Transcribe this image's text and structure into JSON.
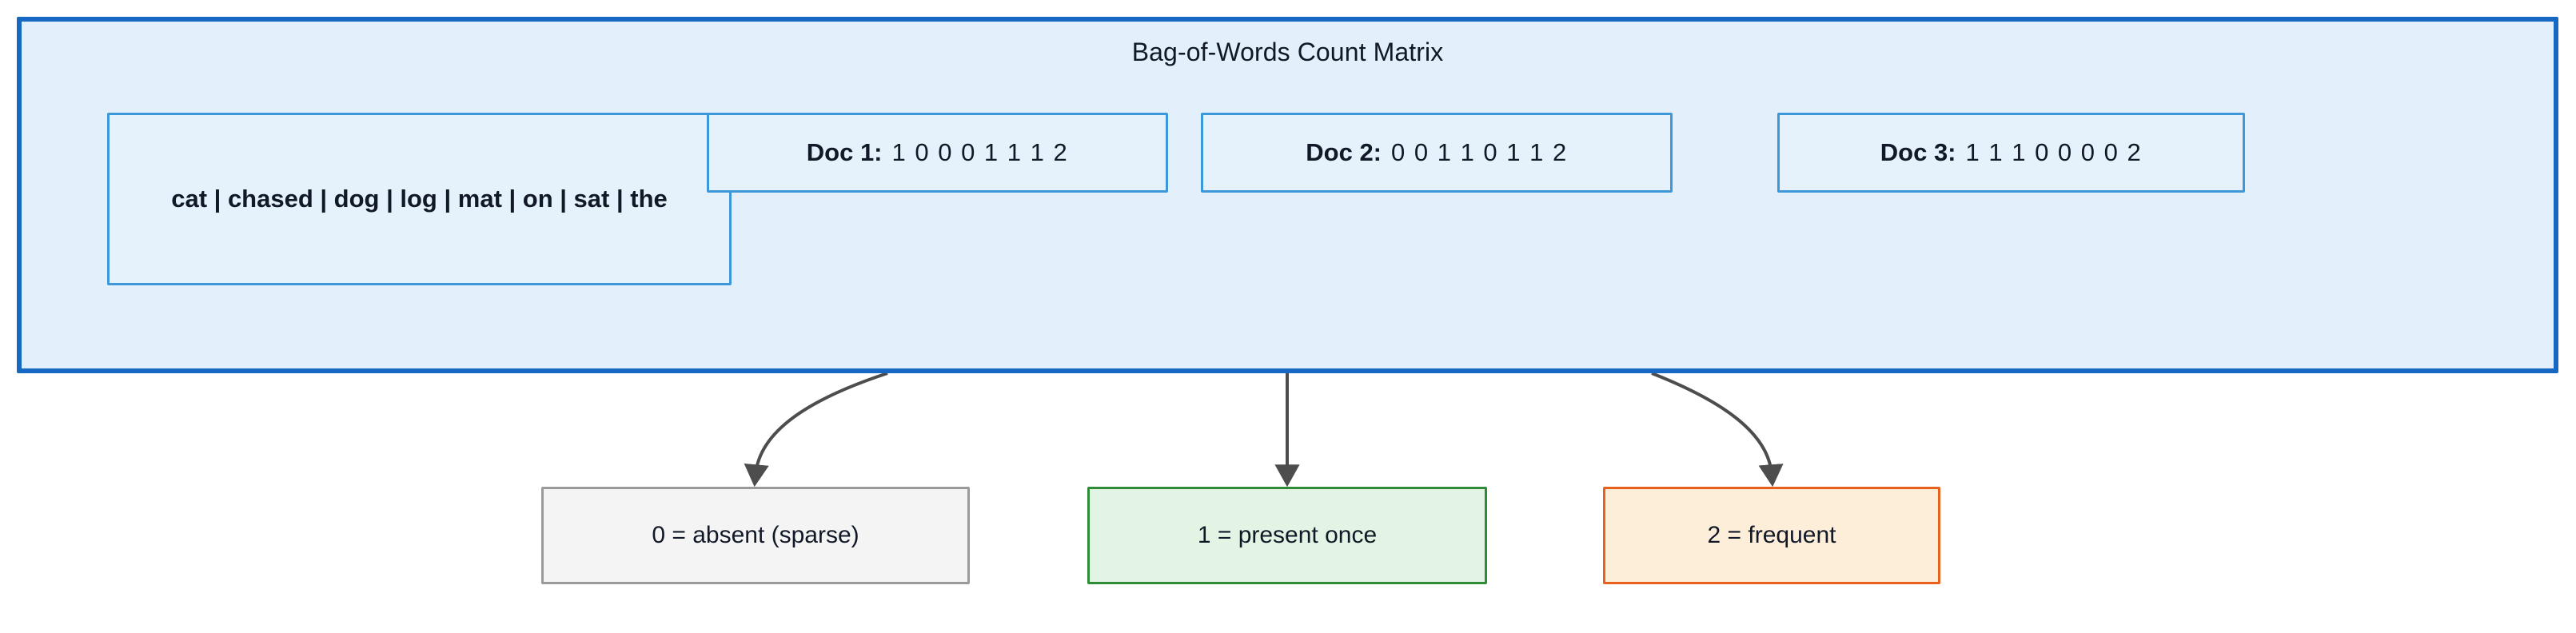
{
  "diagram": {
    "title": "Bag-of-Words Count Matrix",
    "vocabulary": {
      "label": "cat | chased | dog | log | mat | on | sat | the",
      "terms": [
        "cat",
        "chased",
        "dog",
        "log",
        "mat",
        "on",
        "sat",
        "the"
      ]
    },
    "documents": [
      {
        "label": "Doc 1:",
        "values": "1 0 0 0 1 1 1 2"
      },
      {
        "label": "Doc 2:",
        "values": "0 0 1 1 0 1 1 2"
      },
      {
        "label": "Doc 3:",
        "values": "1 1 1 0 0 0 0 2"
      }
    ],
    "legend": [
      {
        "label": "0 = absent (sparse)",
        "color": "#9a9a9a",
        "fill": "#f4f4f4"
      },
      {
        "label": "1 = present once",
        "color": "#2e8b36",
        "fill": "#e4f4e4"
      },
      {
        "label": "2 = frequent",
        "color": "#e8601c",
        "fill": "#fdeed9"
      }
    ],
    "colors": {
      "container_border": "#1668c3",
      "container_fill": "#e3f0fb",
      "inner_border": "#3d97d9",
      "inner_fill": "#e5f1fb",
      "arrow": "#4d4d4d"
    },
    "arrows": [
      {
        "name": "arrow-to-absent"
      },
      {
        "name": "arrow-to-present"
      },
      {
        "name": "arrow-to-frequent"
      }
    ]
  },
  "chart_data": {
    "type": "table",
    "title": "Bag-of-Words Count Matrix",
    "categories": [
      "cat",
      "chased",
      "dog",
      "log",
      "mat",
      "on",
      "sat",
      "the"
    ],
    "series": [
      {
        "name": "Doc 1",
        "values": [
          1,
          0,
          0,
          0,
          1,
          1,
          1,
          2
        ]
      },
      {
        "name": "Doc 2",
        "values": [
          0,
          0,
          1,
          1,
          0,
          1,
          1,
          2
        ]
      },
      {
        "name": "Doc 3",
        "values": [
          1,
          1,
          1,
          0,
          0,
          0,
          0,
          2
        ]
      }
    ],
    "legend": [
      {
        "value": 0,
        "meaning": "absent (sparse)"
      },
      {
        "value": 1,
        "meaning": "present once"
      },
      {
        "value": 2,
        "meaning": "frequent"
      }
    ],
    "xlabel": "",
    "ylabel": "",
    "grid": false,
    "legend_position": "bottom"
  }
}
